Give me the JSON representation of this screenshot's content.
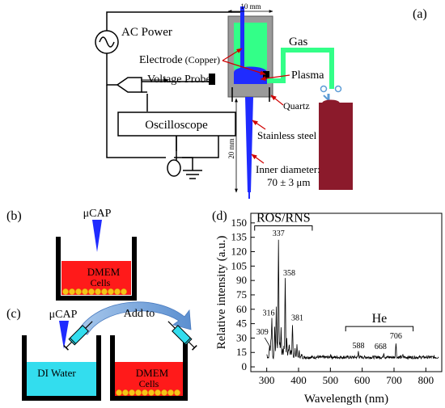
{
  "panel_a": {
    "label": "(a)",
    "ac_power": "AC Power",
    "electrode": "Electrode",
    "copper": "(Copper)",
    "voltage_probe": "Voltage Probe",
    "oscilloscope": "Oscilloscope",
    "gas": "Gas",
    "plasma": "Plasma",
    "quartz": "Quartz",
    "stainless_steel": "Stainless steel",
    "inner_diameter": "Inner diameter:",
    "inner_diameter_value": "70 ± 3 μm",
    "dim_width": "10 mm",
    "dim_length": "20 mm"
  },
  "panel_b": {
    "label": "(b)",
    "ucap": "μCAP",
    "dmem": "DMEM",
    "cells": "Cells"
  },
  "panel_c": {
    "label": "(c)",
    "ucap": "μCAP",
    "add_to": "Add to",
    "di_water": "DI Water",
    "dmem": "DMEM",
    "cells": "Cells"
  },
  "panel_d": {
    "label": "(d)"
  },
  "colors": {
    "green": "#33ff88",
    "blue": "#1f2bff",
    "quartz_gray": "#9a9a9a",
    "dmem_red": "#ff1a1a",
    "di_cyan": "#33ddee",
    "cell_yellow": "#f5c518",
    "cylinder": "#8b1a2b",
    "arrow_blue": "#5b9bd5"
  },
  "chart_data": {
    "type": "line",
    "title": "",
    "xlabel": "Wavelength (nm)",
    "ylabel": "Relative intensity (a.u.)",
    "xlim": [
      250,
      850
    ],
    "ylim": [
      -5,
      160
    ],
    "xticks": [
      300,
      400,
      500,
      600,
      700,
      800
    ],
    "yticks": [
      0,
      15,
      30,
      45,
      60,
      75,
      90,
      105,
      120,
      135,
      150
    ],
    "baseline": 10,
    "peaks": [
      {
        "x": 309,
        "y": 22,
        "label": "309"
      },
      {
        "x": 316,
        "y": 50,
        "label": "316"
      },
      {
        "x": 337,
        "y": 133,
        "label": "337"
      },
      {
        "x": 358,
        "y": 92,
        "label": "358"
      },
      {
        "x": 381,
        "y": 45,
        "label": "381"
      },
      {
        "x": 588,
        "y": 16,
        "label": "588"
      },
      {
        "x": 668,
        "y": 15,
        "label": "668"
      },
      {
        "x": 706,
        "y": 26,
        "label": "706"
      }
    ],
    "minor_peaks": [
      {
        "x": 300,
        "y": 13
      },
      {
        "x": 313,
        "y": 28
      },
      {
        "x": 325,
        "y": 42
      },
      {
        "x": 330,
        "y": 62
      },
      {
        "x": 333,
        "y": 20
      },
      {
        "x": 341,
        "y": 26
      },
      {
        "x": 345,
        "y": 40
      },
      {
        "x": 350,
        "y": 18
      },
      {
        "x": 354,
        "y": 22
      },
      {
        "x": 363,
        "y": 30
      },
      {
        "x": 368,
        "y": 18
      },
      {
        "x": 371,
        "y": 24
      },
      {
        "x": 376,
        "y": 16
      },
      {
        "x": 389,
        "y": 18
      },
      {
        "x": 395,
        "y": 22
      },
      {
        "x": 402,
        "y": 16
      },
      {
        "x": 410,
        "y": 13
      },
      {
        "x": 501,
        "y": 13
      },
      {
        "x": 728,
        "y": 12
      }
    ],
    "groups": [
      {
        "label": "ROS/RNS",
        "x1": 262,
        "x2": 443,
        "y": 147
      },
      {
        "label": "He",
        "x1": 548,
        "x2": 760,
        "y": 42
      }
    ]
  }
}
